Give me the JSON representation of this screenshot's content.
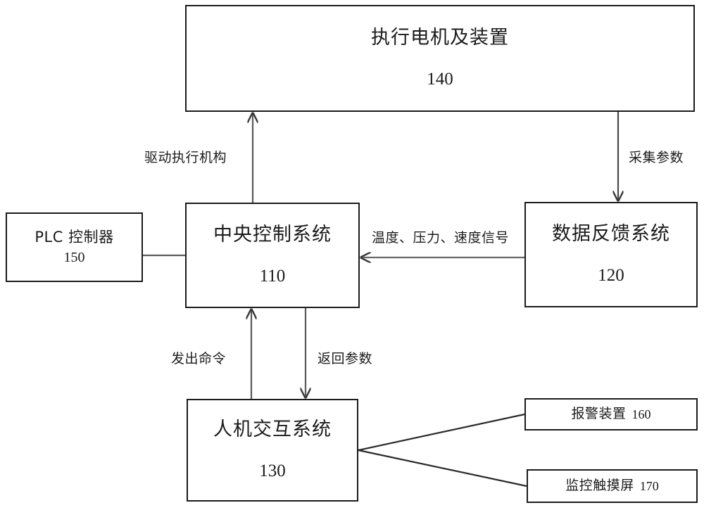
{
  "diagram": {
    "type": "block-diagram",
    "language": "zh-CN",
    "background_color": "#ffffff",
    "line_color": "#1b1b1b",
    "nodes": [
      {
        "id": "140",
        "title": "执行电机及装置",
        "ref": "140"
      },
      {
        "id": "110",
        "title": "中央控制系统",
        "ref": "110"
      },
      {
        "id": "120",
        "title": "数据反馈系统",
        "ref": "120"
      },
      {
        "id": "150",
        "title": "PLC 控制器",
        "ref": "150"
      },
      {
        "id": "130",
        "title": "人机交互系统",
        "ref": "130"
      },
      {
        "id": "160",
        "title": "报警装置",
        "ref": "160"
      },
      {
        "id": "170",
        "title": "监控触摸屏",
        "ref": "170"
      }
    ],
    "edges": [
      {
        "id": "drive",
        "label": "驱动执行机构",
        "from": "110",
        "to": "140",
        "arrow": "up"
      },
      {
        "id": "collect",
        "label": "采集参数",
        "from": "140",
        "to": "120",
        "arrow": "down"
      },
      {
        "id": "signals",
        "label": "温度、压力、速度信号",
        "from": "120",
        "to": "110",
        "arrow": "left"
      },
      {
        "id": "command",
        "label": "发出命令",
        "from": "130",
        "to": "110",
        "arrow": "up"
      },
      {
        "id": "return",
        "label": "返回参数",
        "from": "110",
        "to": "130",
        "arrow": "down"
      },
      {
        "id": "plc-link",
        "label": "",
        "from": "150",
        "to": "110",
        "arrow": "none"
      },
      {
        "id": "alarm-link",
        "label": "",
        "from": "130",
        "to": "160",
        "arrow": "none"
      },
      {
        "id": "touch-link",
        "label": "",
        "from": "130",
        "to": "170",
        "arrow": "none"
      }
    ]
  }
}
